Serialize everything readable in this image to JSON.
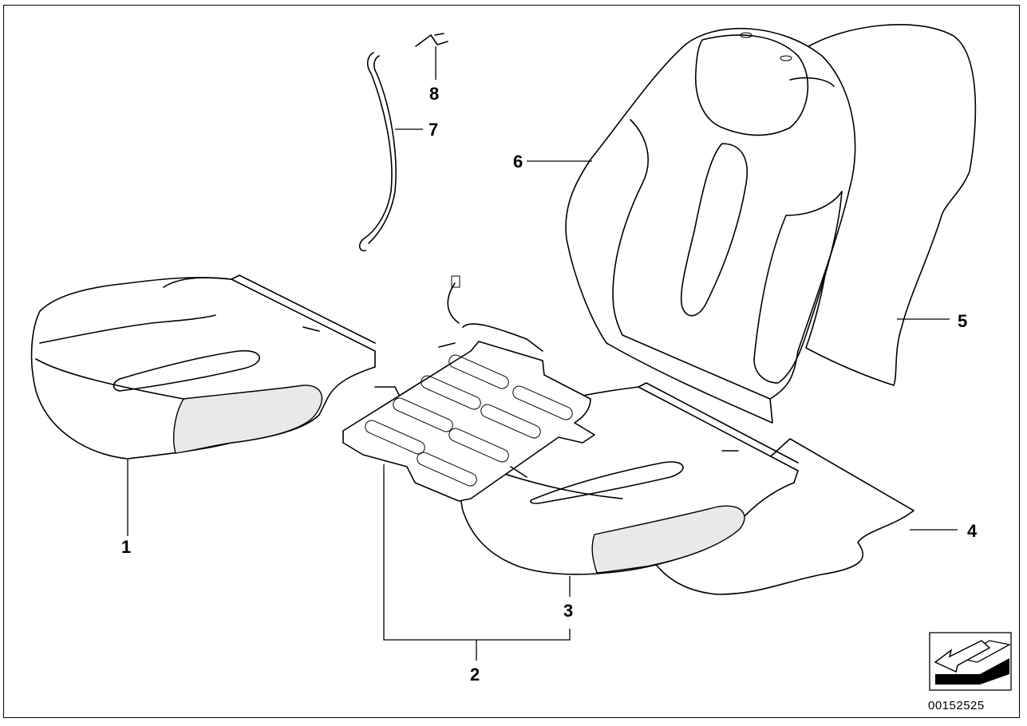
{
  "diagram": {
    "part_numbers": [
      "1",
      "2",
      "3",
      "4",
      "5",
      "6",
      "7",
      "8"
    ],
    "diagram_id": "00152525",
    "nav_icon": "arrow-back-left-icon"
  }
}
